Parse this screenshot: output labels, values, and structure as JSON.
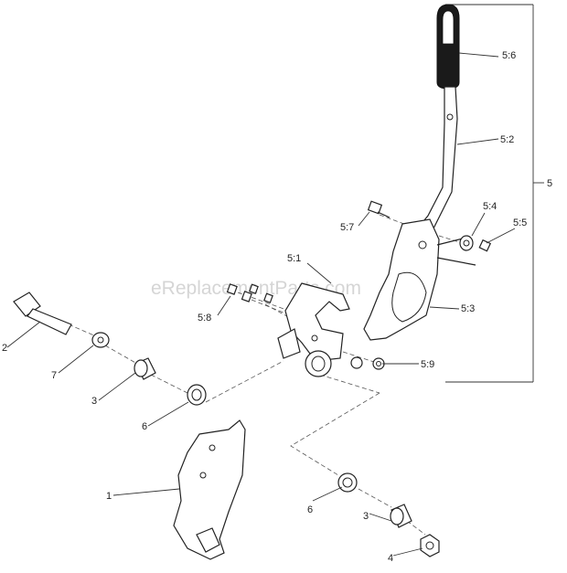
{
  "watermark": "eReplacementParts.com",
  "callouts": {
    "c56": "5:6",
    "c52": "5:2",
    "c5": "5",
    "c54": "5:4",
    "c55": "5:5",
    "c57": "5:7",
    "c51": "5:1",
    "c53": "5:3",
    "c58": "5:8",
    "c59": "5:9",
    "c2": "2",
    "c7": "7",
    "c3a": "3",
    "c6a": "6",
    "c1": "1",
    "c6b": "6",
    "c3b": "3",
    "c4": "4"
  }
}
